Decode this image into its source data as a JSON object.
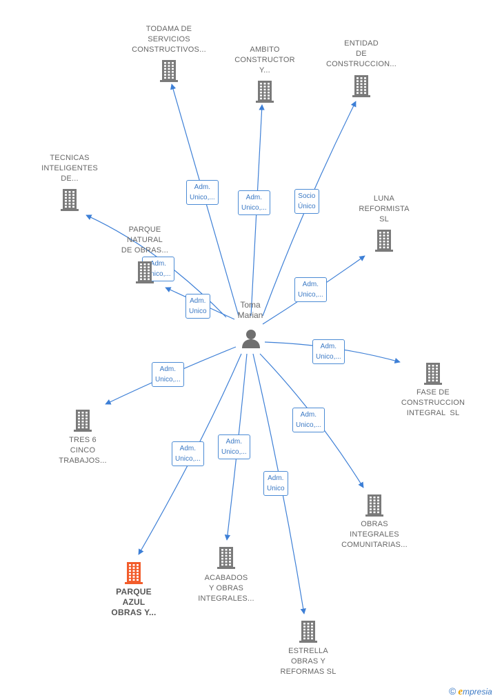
{
  "center": {
    "name": "Toma\nMarian"
  },
  "companies": [
    {
      "id": "todama",
      "label": "TODAMA DE\nSERVICIOS\nCONSTRUCTIVOS...",
      "highlight": false
    },
    {
      "id": "ambito",
      "label": "AMBITO\nCONSTRUCTOR\nY...",
      "highlight": false
    },
    {
      "id": "entidad",
      "label": "ENTIDAD\nDE\nCONSTRUCCION...",
      "highlight": false
    },
    {
      "id": "tecnicas",
      "label": "TECNICAS\nINTELIGENTES\nDE...",
      "highlight": false
    },
    {
      "id": "luna",
      "label": "LUNA\nREFORMISTA\nSL",
      "highlight": false
    },
    {
      "id": "parque_natural",
      "label": "PARQUE\nNATURAL\nDE OBRAS...",
      "highlight": false
    },
    {
      "id": "fase",
      "label": "FASE DE\nCONSTRUCCION\nINTEGRAL  SL",
      "highlight": false
    },
    {
      "id": "tres6",
      "label": "TRES 6\nCINCO\nTRABAJOS...",
      "highlight": false
    },
    {
      "id": "obras_integrales",
      "label": "OBRAS\nINTEGRALES\nCOMUNITARIAS...",
      "highlight": false
    },
    {
      "id": "parque_azul",
      "label": "PARQUE\nAZUL\nOBRAS Y...",
      "highlight": true
    },
    {
      "id": "acabados",
      "label": "ACABADOS\nY OBRAS\nINTEGRALES...",
      "highlight": false
    },
    {
      "id": "estrella",
      "label": "ESTRELLA\nOBRAS Y\nREFORMAS SL",
      "highlight": false
    }
  ],
  "relations": [
    {
      "to": "todama",
      "label": "Adm.\nUnico,..."
    },
    {
      "to": "ambito",
      "label": "Adm.\nUnico,..."
    },
    {
      "to": "entidad",
      "label": "Socio\nÚnico"
    },
    {
      "to": "tecnicas",
      "label": "Adm.\nUnico,..."
    },
    {
      "to": "parque_natural",
      "label": "Adm.\nUnico"
    },
    {
      "to": "luna",
      "label": "Adm.\nUnico,..."
    },
    {
      "to": "fase",
      "label": "Adm.\nUnico,..."
    },
    {
      "to": "tres6",
      "label": "Adm.\nUnico,..."
    },
    {
      "to": "obras_integrales",
      "label": "Adm.\nUnico,..."
    },
    {
      "to": "parque_azul",
      "label": "Adm.\nUnico,..."
    },
    {
      "to": "acabados",
      "label": "Adm.\nUnico,..."
    },
    {
      "to": "estrella",
      "label": "Adm.\nUnico"
    }
  ],
  "colors": {
    "edge": "#3d7fd6",
    "building": "#7a7a7a",
    "building_highlight": "#f25c2b",
    "person": "#6f6f6f"
  },
  "brand": {
    "copyright": "©",
    "initial": "e",
    "rest": "mpresia"
  }
}
